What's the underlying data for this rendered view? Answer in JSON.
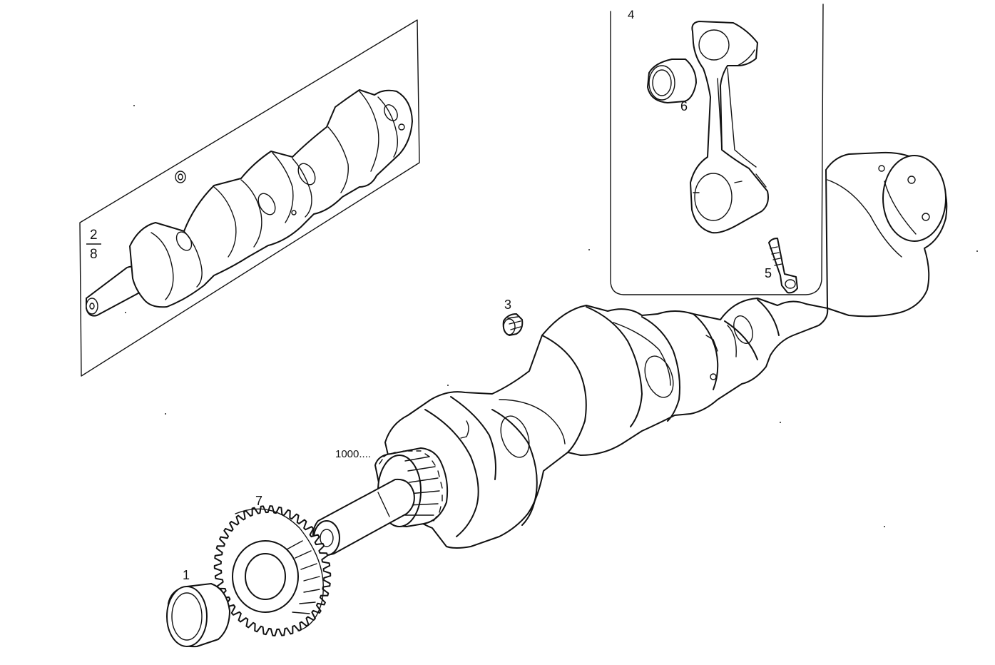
{
  "diagram": {
    "callouts": {
      "c1": "1",
      "c2_top": "2",
      "c2_bottom": "8",
      "c3": "3",
      "c4": "4",
      "c5": "5",
      "c6": "6",
      "c7": "7",
      "c1000": "1000...."
    }
  }
}
